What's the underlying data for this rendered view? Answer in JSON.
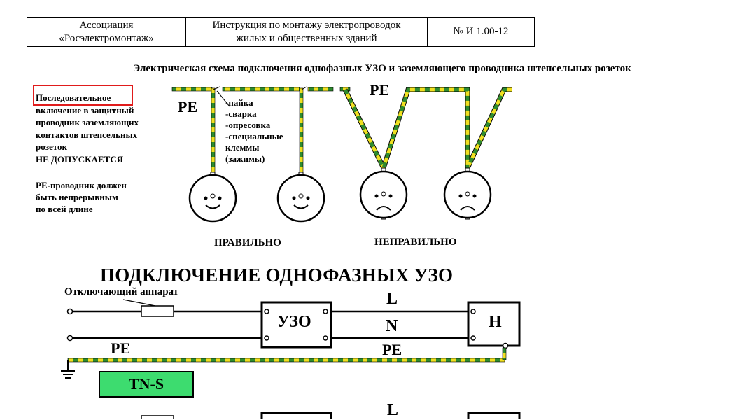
{
  "header": {
    "org_line1": "Ассоциация",
    "org_line2": "«Росэлектромонтаж»",
    "doc_line1": "Инструкция по монтажу электропроводок",
    "doc_line2": "жилых и общественных зданий",
    "doc_number": "№ И 1.00-12"
  },
  "title": "Электрическая схема подключения однофазных УЗО и заземляющего проводника штепсельных розеток",
  "note": {
    "lines": [
      "Последовательное",
      "включение в защитный",
      "проводник заземляющих",
      "контактов штепсельных",
      "розеток",
      "НЕ ДОПУСКАЕТСЯ"
    ],
    "pe_lines": [
      "РЕ-проводник должен",
      "быть непрерывным",
      "по всей длине"
    ]
  },
  "diagram_top": {
    "pe_left": "РЕ",
    "pe_right": "РЕ",
    "methods": [
      "-пайка",
      "-сварка",
      "-опресовка",
      "-специальные",
      "клеммы",
      "(зажимы)"
    ],
    "label_correct": "ПРАВИЛЬНО",
    "label_wrong": "НЕПРАВИЛЬНО"
  },
  "section": {
    "title": "ПОДКЛЮЧЕНИЕ ОДНОФАЗНЫХ УЗО",
    "breaker_label": "Отключающий аппарат",
    "rcd": "УЗО",
    "load": "Н",
    "L": "L",
    "N": "N",
    "pe_left": "РЕ",
    "pe_mid": "РЕ",
    "system": "TN-S",
    "L2": "L"
  },
  "colors": {
    "pe_yellow": "#f0e020",
    "pe_green": "#2e8b2e",
    "red_box": "#e01b1b",
    "tns_green": "#3ddc6f"
  }
}
